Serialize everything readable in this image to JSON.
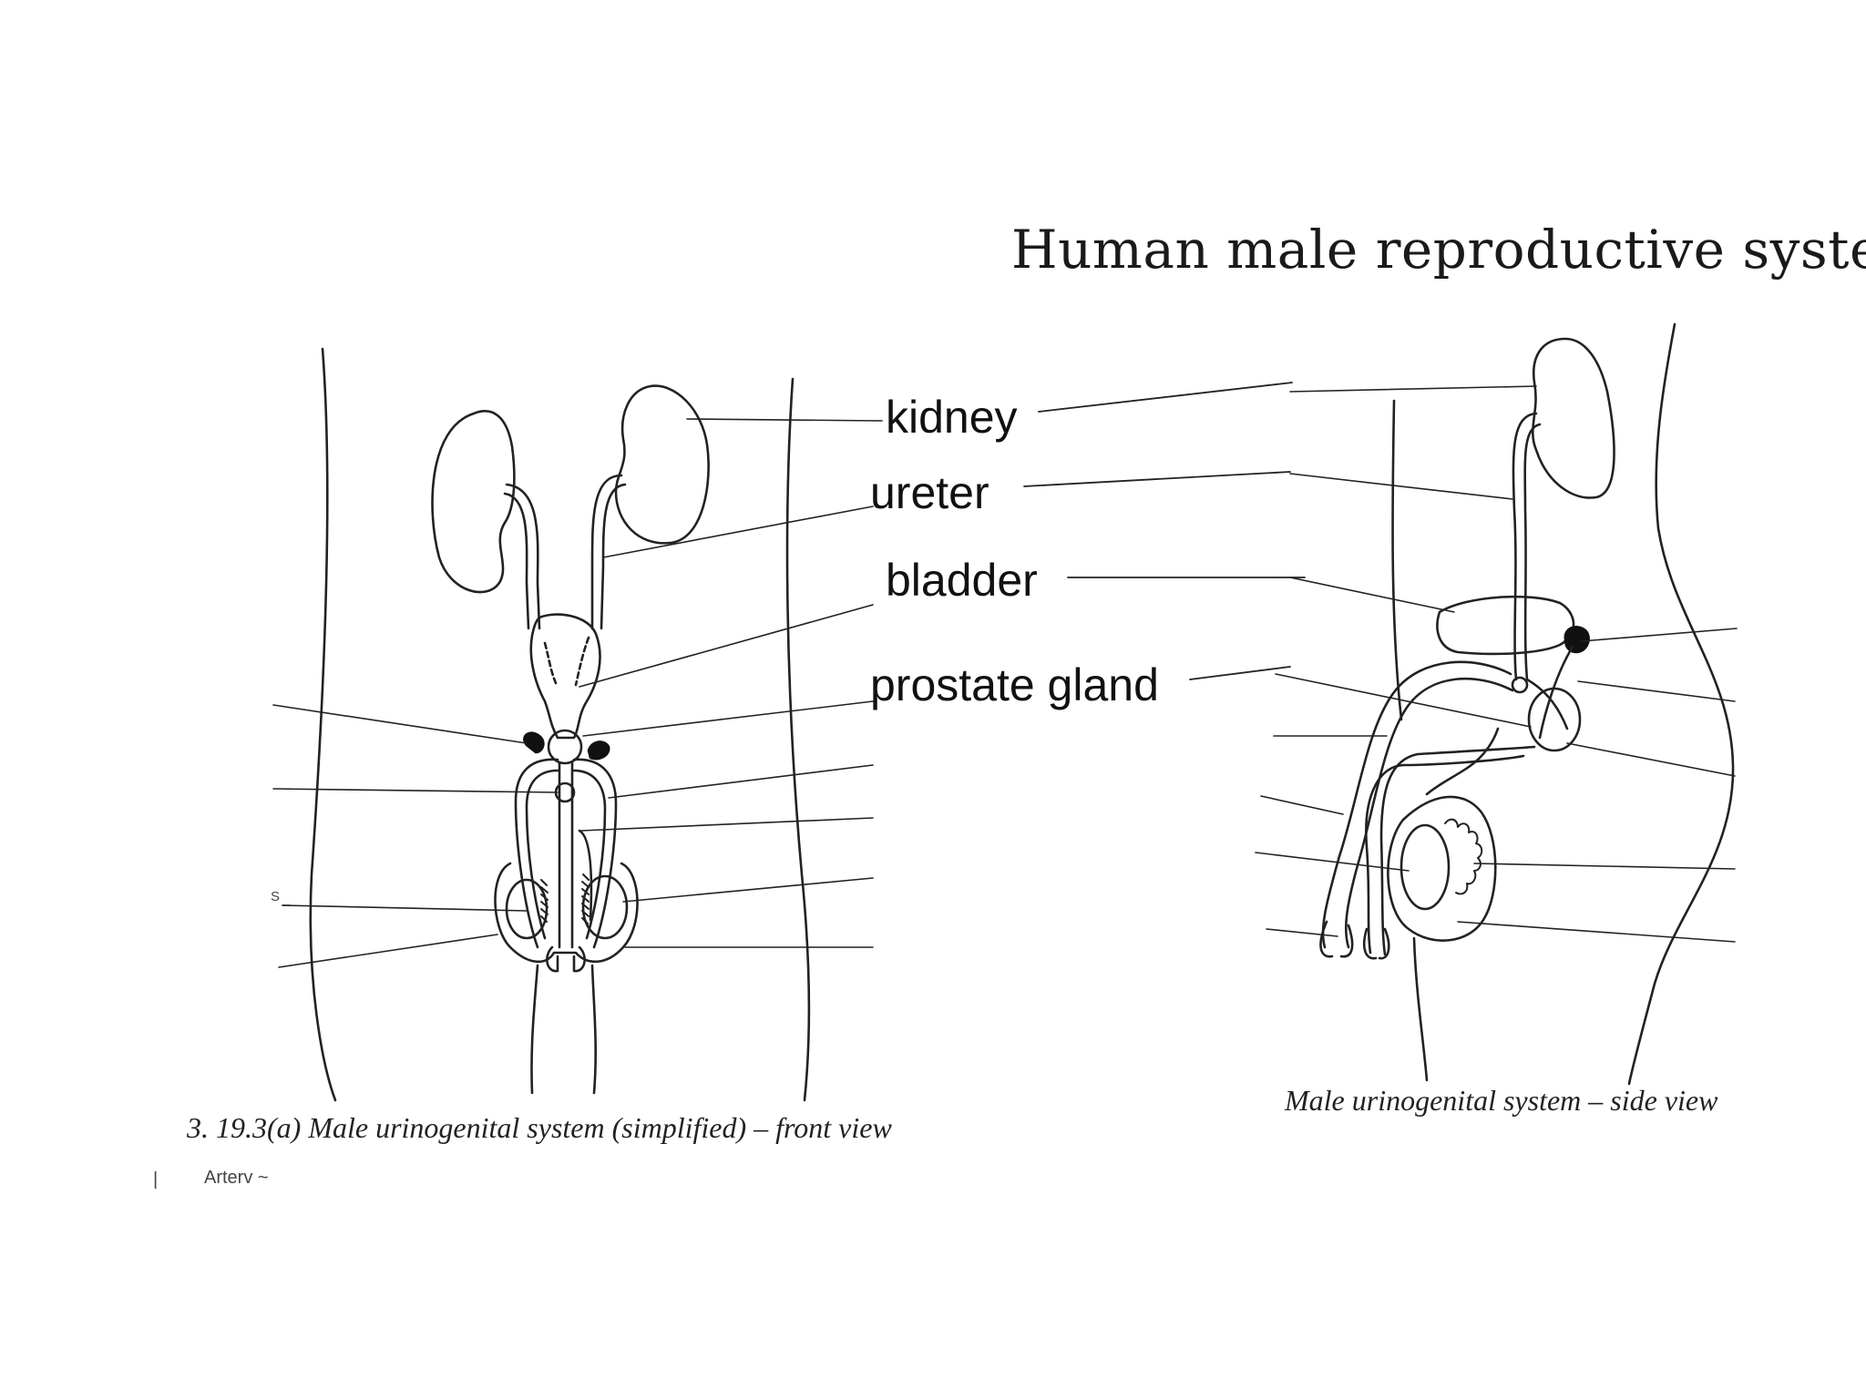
{
  "title": "Human male reproductive system",
  "labels": {
    "kidney": "kidney",
    "ureter": "ureter",
    "bladder": "bladder",
    "prostate": "prostate gland"
  },
  "captions": {
    "front": "3. 19.3(a) Male urinogenital system (simplified) – front view",
    "side": "Male urinogenital system – side view"
  },
  "notes": {
    "s_marker": "S",
    "artery": "Arterv ~",
    "bar": "|"
  },
  "colors": {
    "line": "#222222",
    "gland": "#111111",
    "background": "#ffffff"
  }
}
